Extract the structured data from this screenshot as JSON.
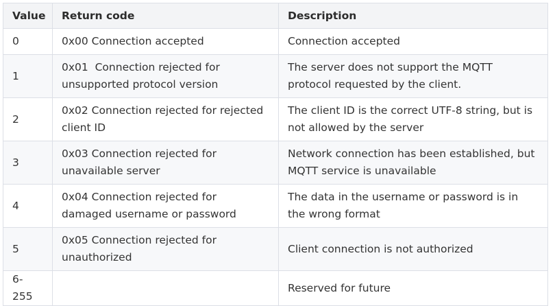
{
  "table": {
    "headers": [
      "Value",
      "Return code",
      "Description"
    ],
    "rows": [
      {
        "value": "0",
        "code": "0x00 Connection accepted",
        "description": "Connection accepted"
      },
      {
        "value": "1",
        "code": "0x01  Connection rejected for unsupported protocol version",
        "description": "The server does not support the MQTT protocol requested by the client."
      },
      {
        "value": "2",
        "code": "0x02 Connection rejected for rejected client ID",
        "description": "The client ID is the correct UTF-8 string, but is not allowed by the server"
      },
      {
        "value": "3",
        "code": "0x03 Connection rejected for unavailable server",
        "description": "Network connection has been established, but MQTT service is unavailable"
      },
      {
        "value": "4",
        "code": "0x04 Connection rejected for damaged username or password",
        "description": "The data in the username or password is in the wrong format"
      },
      {
        "value": "5",
        "code": "0x05 Connection rejected for unauthorized",
        "description": "Client connection is not authorized"
      },
      {
        "value": "6-255",
        "code": "",
        "description": "Reserved for future"
      }
    ]
  }
}
